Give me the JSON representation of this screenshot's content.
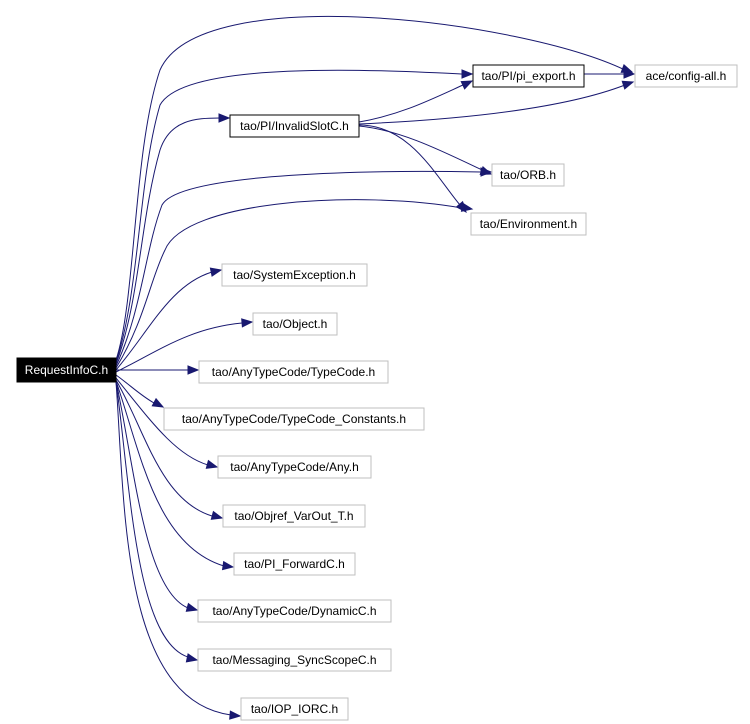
{
  "graph": {
    "root": "RequestInfoC.h",
    "nodes": [
      {
        "id": "root",
        "label": "RequestInfoC.h",
        "style": "root"
      },
      {
        "id": "pi_export",
        "label": "tao/PI/pi_export.h",
        "style": "documented"
      },
      {
        "id": "config_all",
        "label": "ace/config-all.h",
        "style": "plain"
      },
      {
        "id": "invalidslot",
        "label": "tao/PI/InvalidSlotC.h",
        "style": "documented"
      },
      {
        "id": "orb",
        "label": "tao/ORB.h",
        "style": "plain"
      },
      {
        "id": "environment",
        "label": "tao/Environment.h",
        "style": "plain"
      },
      {
        "id": "systemexception",
        "label": "tao/SystemException.h",
        "style": "plain"
      },
      {
        "id": "object",
        "label": "tao/Object.h",
        "style": "plain"
      },
      {
        "id": "typecode",
        "label": "tao/AnyTypeCode/TypeCode.h",
        "style": "plain"
      },
      {
        "id": "typecode_constants",
        "label": "tao/AnyTypeCode/TypeCode_Constants.h",
        "style": "plain"
      },
      {
        "id": "any",
        "label": "tao/AnyTypeCode/Any.h",
        "style": "plain"
      },
      {
        "id": "objref_varout",
        "label": "tao/Objref_VarOut_T.h",
        "style": "plain"
      },
      {
        "id": "pi_forward",
        "label": "tao/PI_ForwardC.h",
        "style": "plain"
      },
      {
        "id": "dynamicc",
        "label": "tao/AnyTypeCode/DynamicC.h",
        "style": "plain"
      },
      {
        "id": "syncscope",
        "label": "tao/Messaging_SyncScopeC.h",
        "style": "plain"
      },
      {
        "id": "iop_iorc",
        "label": "tao/IOP_IORC.h",
        "style": "plain"
      }
    ],
    "edges": [
      {
        "from": "root",
        "to": "config_all"
      },
      {
        "from": "root",
        "to": "pi_export"
      },
      {
        "from": "root",
        "to": "invalidslot"
      },
      {
        "from": "root",
        "to": "orb"
      },
      {
        "from": "root",
        "to": "environment"
      },
      {
        "from": "root",
        "to": "systemexception"
      },
      {
        "from": "root",
        "to": "object"
      },
      {
        "from": "root",
        "to": "typecode"
      },
      {
        "from": "root",
        "to": "typecode_constants"
      },
      {
        "from": "root",
        "to": "any"
      },
      {
        "from": "root",
        "to": "objref_varout"
      },
      {
        "from": "root",
        "to": "pi_forward"
      },
      {
        "from": "root",
        "to": "dynamicc"
      },
      {
        "from": "root",
        "to": "syncscope"
      },
      {
        "from": "root",
        "to": "iop_iorc"
      },
      {
        "from": "pi_export",
        "to": "config_all"
      },
      {
        "from": "invalidslot",
        "to": "pi_export"
      },
      {
        "from": "invalidslot",
        "to": "config_all"
      },
      {
        "from": "invalidslot",
        "to": "orb"
      },
      {
        "from": "invalidslot",
        "to": "environment"
      }
    ],
    "colors": {
      "edge": "#191970",
      "root_fill": "#000000",
      "root_text": "#ffffff",
      "documented_border": "#000000",
      "plain_border": "#bfbfbf",
      "node_fill": "#ffffff",
      "text": "#000000"
    }
  }
}
